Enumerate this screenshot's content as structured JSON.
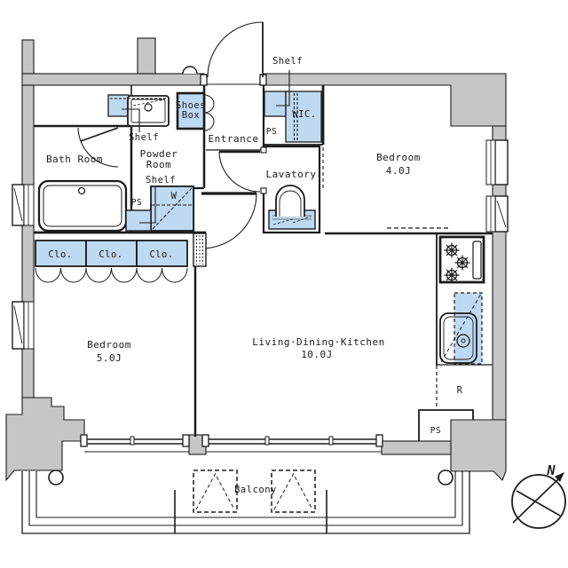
{
  "plan": {
    "labels": {
      "bath": "Bath Room",
      "powder_line1": "Powder",
      "powder_line2": "Room",
      "shelf_basin": "Shelf",
      "shelf_washer": "Shelf",
      "shelf_wic": "Shelf",
      "shoes_line1": "Shoes",
      "shoes_line2": "Box",
      "entrance": "Entrance",
      "ps_wic": "PS",
      "wic": "WIC.",
      "lavatory": "Lavatory",
      "bedroom4_name": "Bedroom",
      "bedroom4_size": "4.0J",
      "ps_powder": "PS",
      "washer": "W",
      "closet1": "Clo.",
      "closet2": "Clo.",
      "closet3": "Clo.",
      "bedroom5_name": "Bedroom",
      "bedroom5_size": "5.0J",
      "ldk_name": "Living·Dining·Kitchen",
      "ldk_size": "10.0J",
      "fridge": "R",
      "ps_kitchen": "PS",
      "balcony": "Balcony",
      "compass_north": "N"
    },
    "colors": {
      "wall_fill": "#c6c6c6",
      "fixture_fill": "#bed9f2",
      "line": "#1b1b1b",
      "background": "#ffffff"
    }
  }
}
